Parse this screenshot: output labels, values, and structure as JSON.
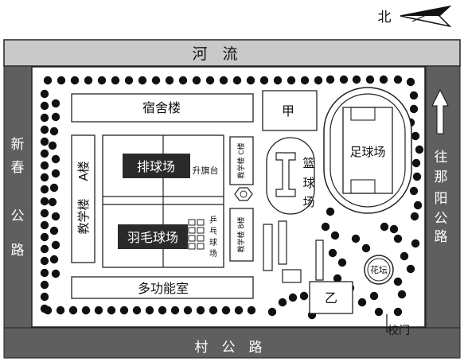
{
  "compass": {
    "label": "北"
  },
  "river": {
    "label": "河　流"
  },
  "roads": {
    "west": [
      "新",
      "春",
      "公",
      "路"
    ],
    "east": [
      "往",
      "那",
      "阳",
      "公",
      "路"
    ],
    "south": "村　公　路"
  },
  "buildings": {
    "dormitory": "宿舍楼",
    "building_a_1": "教学楼",
    "building_a_2": "A楼",
    "volleyball": "排球场",
    "badminton": "羽毛球场",
    "flag_platform": "升旗台",
    "building_c": "教学楼 C楼",
    "building_b": "教学楼 B楼",
    "pingpong": [
      "乒",
      "乓",
      "球",
      "场"
    ],
    "multi_function": "多功能室",
    "jia": "甲",
    "basketball": [
      "篮",
      "球",
      "场"
    ],
    "football": "足球场",
    "flower_bed": "花坛",
    "yi": "乙",
    "gate": "校门"
  },
  "colors": {
    "river_fill": "#c9c9c9",
    "road_fill": "#5f5f5f",
    "dark_box": "#2a2a2a"
  }
}
